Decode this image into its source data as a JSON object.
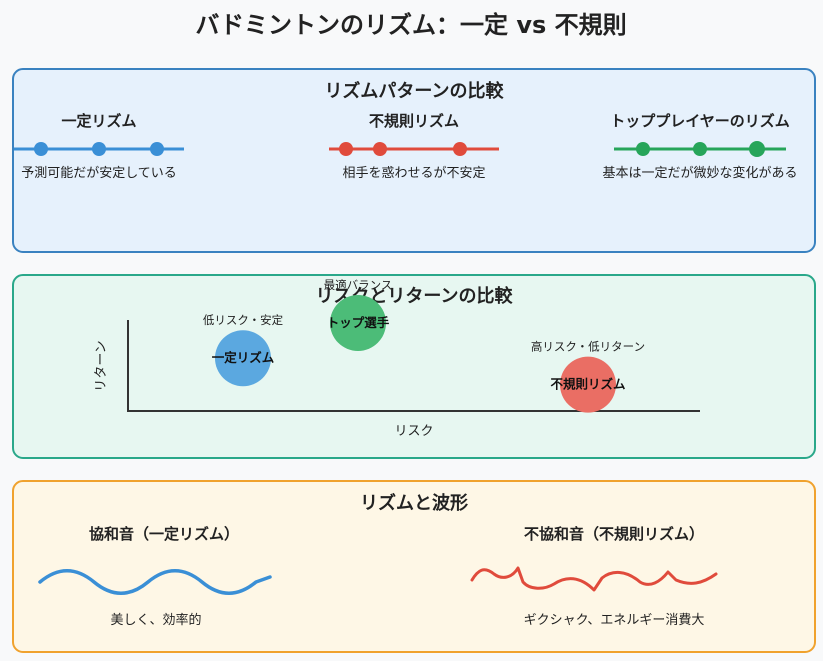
{
  "title": "バドミントンのリズム：一定 vs 不規則",
  "colors": {
    "blue": "#3a8fd6",
    "red": "#e04b3c",
    "green": "#27a55a",
    "panel1_bg": "#e6f1fc",
    "panel1_border": "#3a82c0",
    "panel2_bg": "#e7f7f1",
    "panel2_border": "#2aa88a",
    "panel3_bg": "#fef7e6",
    "panel3_border": "#f0a22e"
  },
  "patterns": {
    "title": "リズムパターンの比較",
    "items": [
      {
        "label": "一定リズム",
        "desc": "予測可能だが安定している",
        "color": "#3a8fd6"
      },
      {
        "label": "不規則リズム",
        "desc": "相手を惑わせるが不安定",
        "color": "#e04b3c"
      },
      {
        "label": "トッププレイヤーのリズム",
        "desc": "基本は一定だが微妙な変化がある",
        "color": "#27a55a"
      }
    ]
  },
  "risk": {
    "title": "リスクとリターンの比較",
    "ylabel": "リターン",
    "xlabel": "リスク",
    "bubbles": [
      {
        "label": "一定リズム",
        "note": "低リスク・安定",
        "risk": 2,
        "return": 3,
        "color": "#5ba8e0"
      },
      {
        "label": "トップ選手",
        "note": "最適バランス",
        "risk": 4,
        "return": 5,
        "color": "#4cbc78"
      },
      {
        "label": "不規則リズム",
        "note": "高リスク・低リターン",
        "risk": 8,
        "return": 1.5,
        "color": "#ea6e64"
      }
    ]
  },
  "waves": {
    "title": "リズムと波形",
    "items": [
      {
        "label": "協和音（一定リズム）",
        "desc": "美しく、効率的"
      },
      {
        "label": "不協和音（不規則リズム）",
        "desc": "ギクシャク、エネルギー消費大"
      }
    ]
  }
}
